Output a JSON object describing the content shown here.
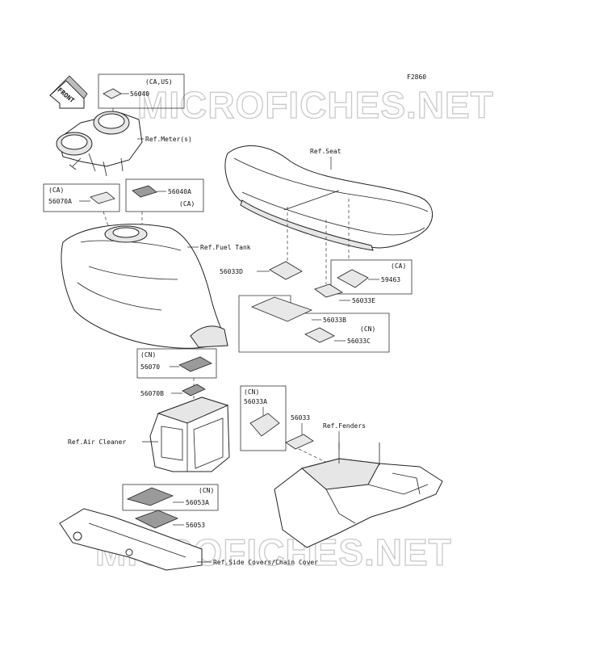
{
  "diagram_code": "F2860",
  "watermark": "MICROFICHES.NET",
  "front_arrow_text": "FRONT",
  "labels": {
    "p56040": "56040",
    "reg_56040": "(CA,US)",
    "ref_meter": "Ref.Meter(s)",
    "reg_56070A": "(CA)",
    "p56070A": "56070A",
    "p56040A": "56040A",
    "reg_56040A": "(CA)",
    "ref_fuel_tank": "Ref.Fuel Tank",
    "ref_seat": "Ref.Seat",
    "p56033D": "56033D",
    "reg_59463": "(CA)",
    "p59463": "59463",
    "p56033E": "56033E",
    "p56033B": "56033B",
    "reg_56033C": "(CN)",
    "p56033C": "56033C",
    "reg_56070": "(CN)",
    "p56070": "56070",
    "p56070B": "56070B",
    "reg_56033A": "(CN)",
    "p56033A": "56033A",
    "p56033": "56033",
    "ref_fenders": "Ref.Fenders",
    "ref_air_cleaner": "Ref.Air Cleaner",
    "reg_56053A": "(CN)",
    "p56053A": "56053A",
    "p56053": "56053",
    "ref_side_covers": "Ref.Side Covers/Chain Cover"
  }
}
